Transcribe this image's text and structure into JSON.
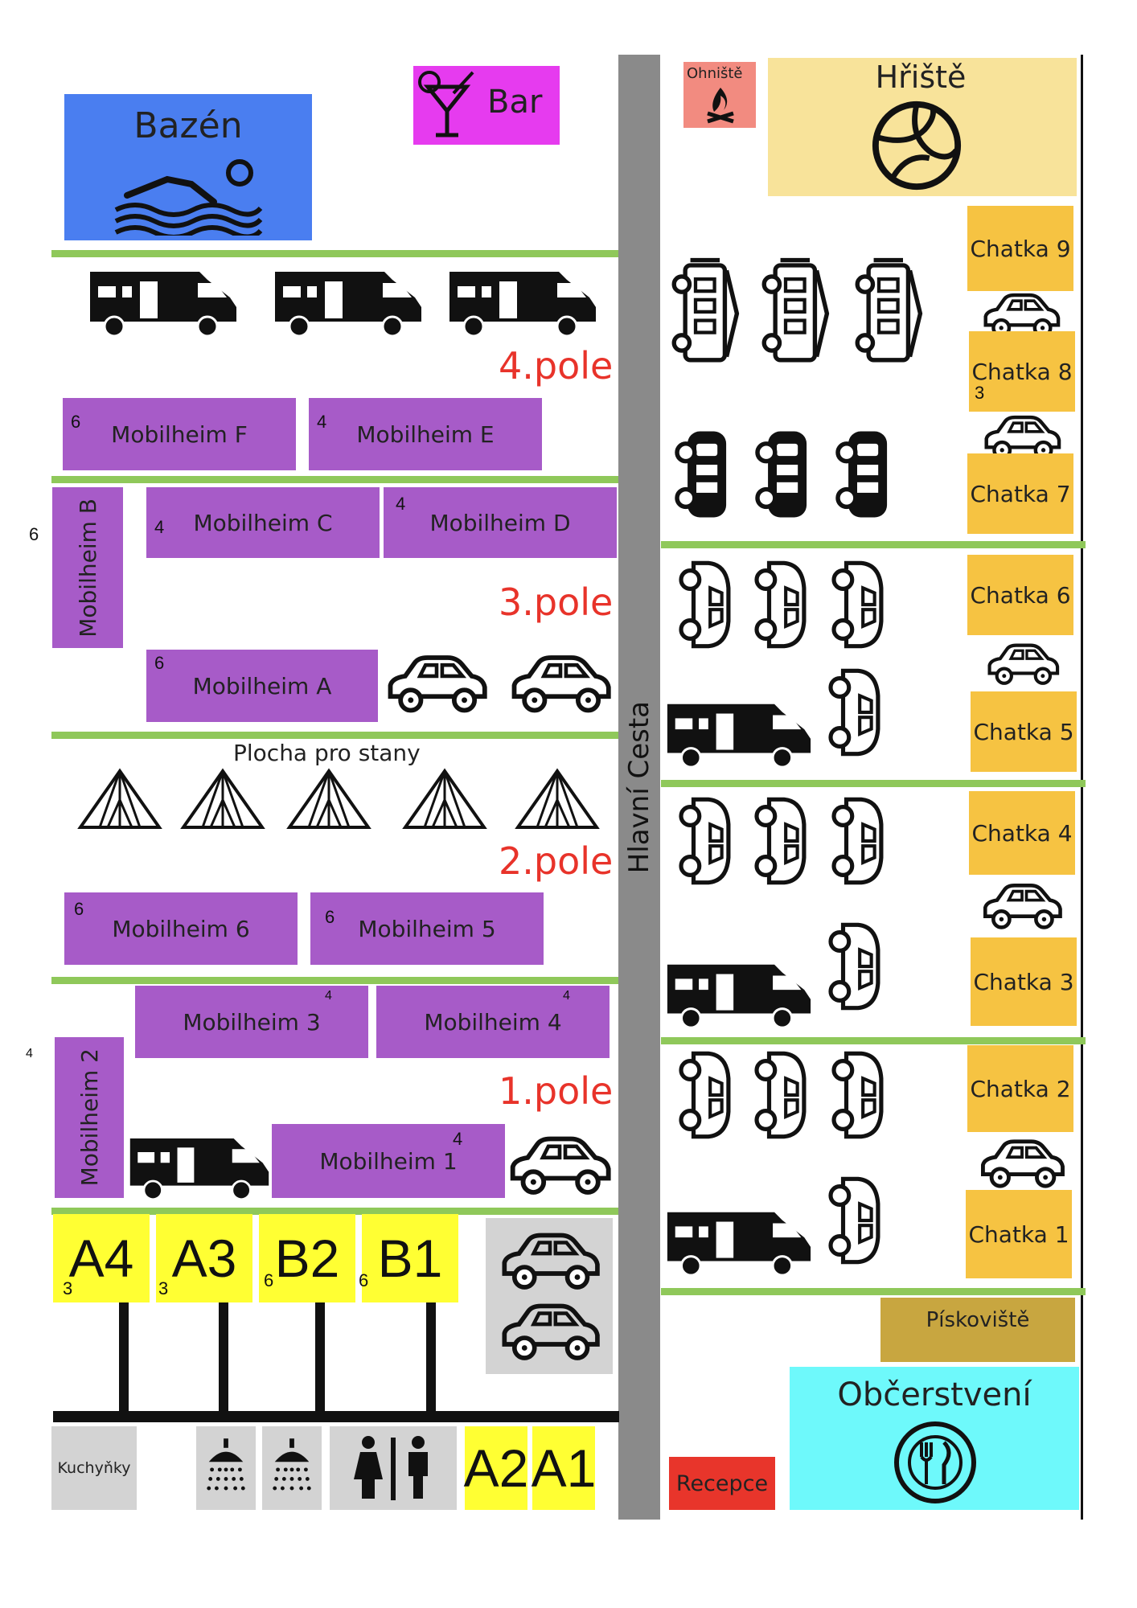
{
  "road": {
    "label": "Hlavní Cesta"
  },
  "amenities": {
    "pool": "Bazén",
    "bar": "Bar",
    "firepit": "Ohniště",
    "playground": "Hřiště",
    "sandpit": "Pískoviště",
    "snack_bar": "Občerstvení",
    "reception": "Recepce",
    "kitchens": "Kuchyňky",
    "tent_area": "Plocha pro stany"
  },
  "fields": {
    "f4": "4.pole",
    "f3": "3.pole",
    "f2": "2.pole",
    "f1": "1.pole"
  },
  "mobilheims": {
    "F": {
      "name": "Mobilheim F",
      "cap": "6"
    },
    "E": {
      "name": "Mobilheim E",
      "cap": "4"
    },
    "B": {
      "name": "Mobilheim B",
      "cap": "6"
    },
    "C": {
      "name": "Mobilheim C",
      "cap": "4"
    },
    "D": {
      "name": "Mobilheim D",
      "cap": "4"
    },
    "A": {
      "name": "Mobilheim A",
      "cap": "6"
    },
    "m6": {
      "name": "Mobilheim 6",
      "cap": "6"
    },
    "m5": {
      "name": "Mobilheim 5",
      "cap": "6"
    },
    "m3": {
      "name": "Mobilheim 3",
      "cap": "4"
    },
    "m4": {
      "name": "Mobilheim 4",
      "cap": "4"
    },
    "m2": {
      "name": "Mobilheim 2",
      "cap": "4"
    },
    "m1": {
      "name": "Mobilheim 1",
      "cap": "4"
    }
  },
  "chatky": {
    "c9": "Chatka 9",
    "c8": "Chatka 8",
    "c8_cap": "3",
    "c7": "Chatka 7",
    "c6": "Chatka 6",
    "c5": "Chatka 5",
    "c4": "Chatka 4",
    "c3": "Chatka 3",
    "c2": "Chatka 2",
    "c1": "Chatka 1"
  },
  "apartments": {
    "A4": {
      "name": "A4",
      "cap": "3"
    },
    "A3": {
      "name": "A3",
      "cap": "3"
    },
    "B2": {
      "name": "B2",
      "cap": "6"
    },
    "B1": {
      "name": "B1",
      "cap": "6"
    },
    "A2": "A2",
    "A1": "A1"
  },
  "colors": {
    "pool": "#4a7ef0",
    "bar": "#e63bef",
    "firepit": "#f28b80",
    "playground": "#f8e39a",
    "mobilheim": "#a75bc8",
    "chatka": "#f6c342",
    "apartment": "#ffff33",
    "sandpit": "#c8a640",
    "snack_bar": "#6ef9fb",
    "reception": "#e8352b",
    "grass_line": "#8fc85a",
    "road": "#8a8a8a",
    "field_label": "#e8332a"
  }
}
